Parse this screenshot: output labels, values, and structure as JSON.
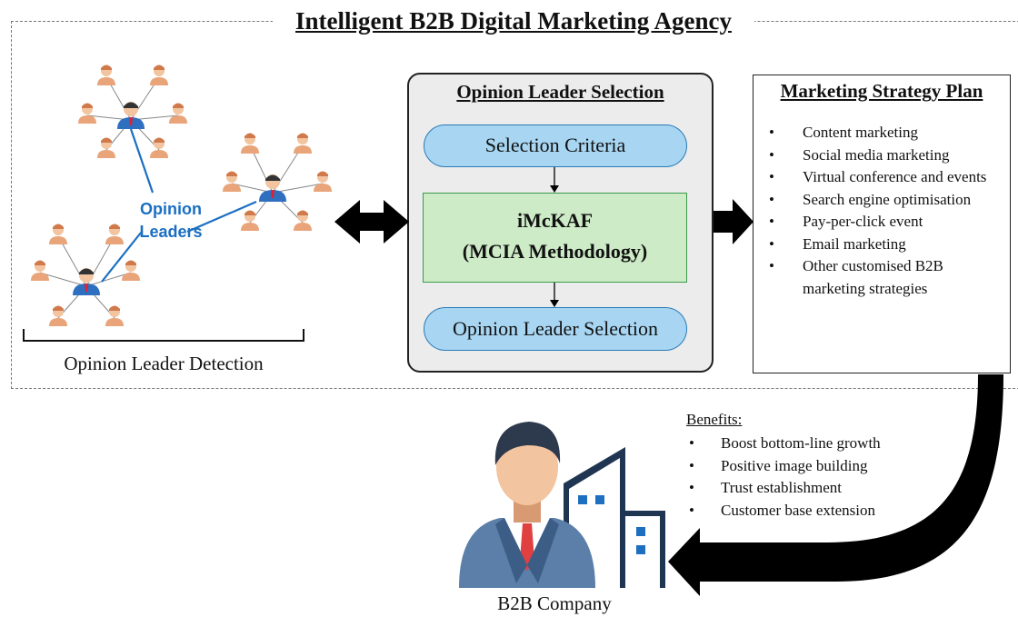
{
  "agency": {
    "title": "Intelligent B2B Digital Marketing Agency"
  },
  "detection": {
    "leaders_label_line1": "Opinion",
    "leaders_label_line2": "Leaders",
    "label": "Opinion Leader Detection"
  },
  "selection": {
    "title": "Opinion Leader Selection",
    "criteria": "Selection Criteria",
    "method_line1": "iMcKAF",
    "method_line2": "(MCIA Methodology)",
    "result": "Opinion Leader Selection"
  },
  "strategy": {
    "title": "Marketing Strategy Plan",
    "items": [
      "Content marketing",
      "Social media marketing",
      "Virtual conference and events",
      "Search engine optimisation",
      "Pay-per-click event",
      "Email marketing",
      "Other customised B2B marketing strategies"
    ]
  },
  "benefits": {
    "heading": "Benefits:",
    "items": [
      "Boost bottom-line growth",
      "Positive image building",
      "Trust establishment",
      "Customer base extension"
    ]
  },
  "company": {
    "label": "B2B Company"
  },
  "colors": {
    "leader_blue": "#2f6fc0",
    "follower_orange": "#e9a47a",
    "pill_blue": "#a8d6f2",
    "method_green": "#cdebc7",
    "label_blue": "#1b6fc2"
  },
  "icons": [
    "person-icon",
    "leader-icon",
    "building-icon",
    "double-arrow",
    "right-arrow",
    "curved-arrow"
  ]
}
